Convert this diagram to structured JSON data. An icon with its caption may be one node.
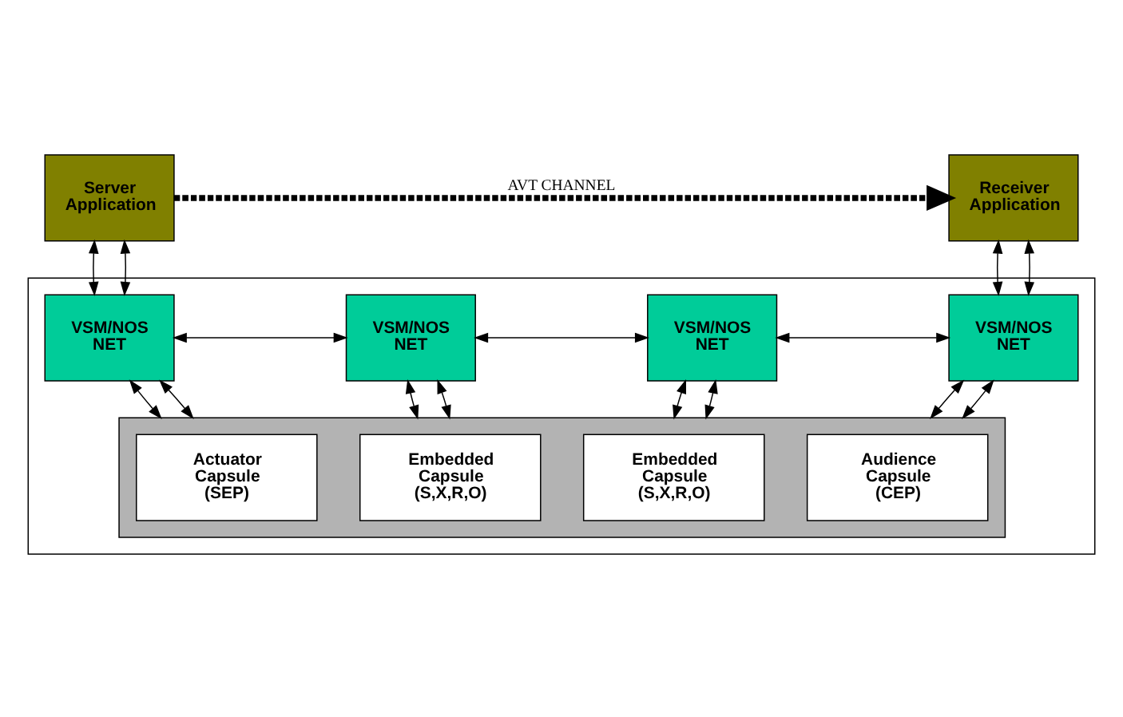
{
  "diagram": {
    "nodes": [
      {
        "text": [
          "Server Application"
        ]
      },
      {
        "text": [
          "Receiver Application"
        ]
      },
      {
        "text": [],
        "shape": "box"
      },
      {
        "text": [
          "VSM/NOS NET"
        ],
        "in": 2
      },
      {
        "text": [
          "VSM/NOS NET"
        ],
        "in": 2
      },
      {
        "text": [
          "VSM/NOS NET"
        ],
        "in": 2
      },
      {
        "text": [
          "VSM/NOS NET"
        ],
        "in": 2
      },
      {
        "text": [],
        "shape": "box",
        "in": 2
      },
      {
        "text": [
          "Actuator Capsule (SEP)"
        ],
        "in": 7
      },
      {
        "text": [
          "Embedded Capsule (S,X,R,O)"
        ],
        "in": 7
      },
      {
        "text": [
          "Embedded Capsule (S,X,R,O)"
        ],
        "in": 7
      },
      {
        "text": [
          "Audience Capsule (CEP)"
        ],
        "in": 7
      }
    ],
    "edges": [
      {
        "from": 0,
        "to": 1,
        "arrow": "to",
        "style": "dashed",
        "label": "AVT CHANNEL"
      },
      {
        "from": 0,
        "to": 3,
        "arrow": "both"
      },
      {
        "from": 0,
        "to": 3,
        "arrow": "both"
      },
      {
        "from": 1,
        "to": 6,
        "arrow": "both"
      },
      {
        "from": 1,
        "to": 6,
        "arrow": "both"
      },
      {
        "from": 3,
        "to": 4,
        "arrow": "both"
      },
      {
        "from": 4,
        "to": 5,
        "arrow": "both"
      },
      {
        "from": 5,
        "to": 6,
        "arrow": "both"
      },
      {
        "from": 3,
        "to": 7,
        "arrow": "both"
      },
      {
        "from": 3,
        "to": 7,
        "arrow": "both"
      },
      {
        "from": 4,
        "to": 7,
        "arrow": "both"
      },
      {
        "from": 4,
        "to": 7,
        "arrow": "both"
      },
      {
        "from": 5,
        "to": 7,
        "arrow": "both"
      },
      {
        "from": 5,
        "to": 7,
        "arrow": "both"
      },
      {
        "from": 6,
        "to": 7,
        "arrow": "both"
      },
      {
        "from": 6,
        "to": 7,
        "arrow": "both"
      }
    ]
  }
}
